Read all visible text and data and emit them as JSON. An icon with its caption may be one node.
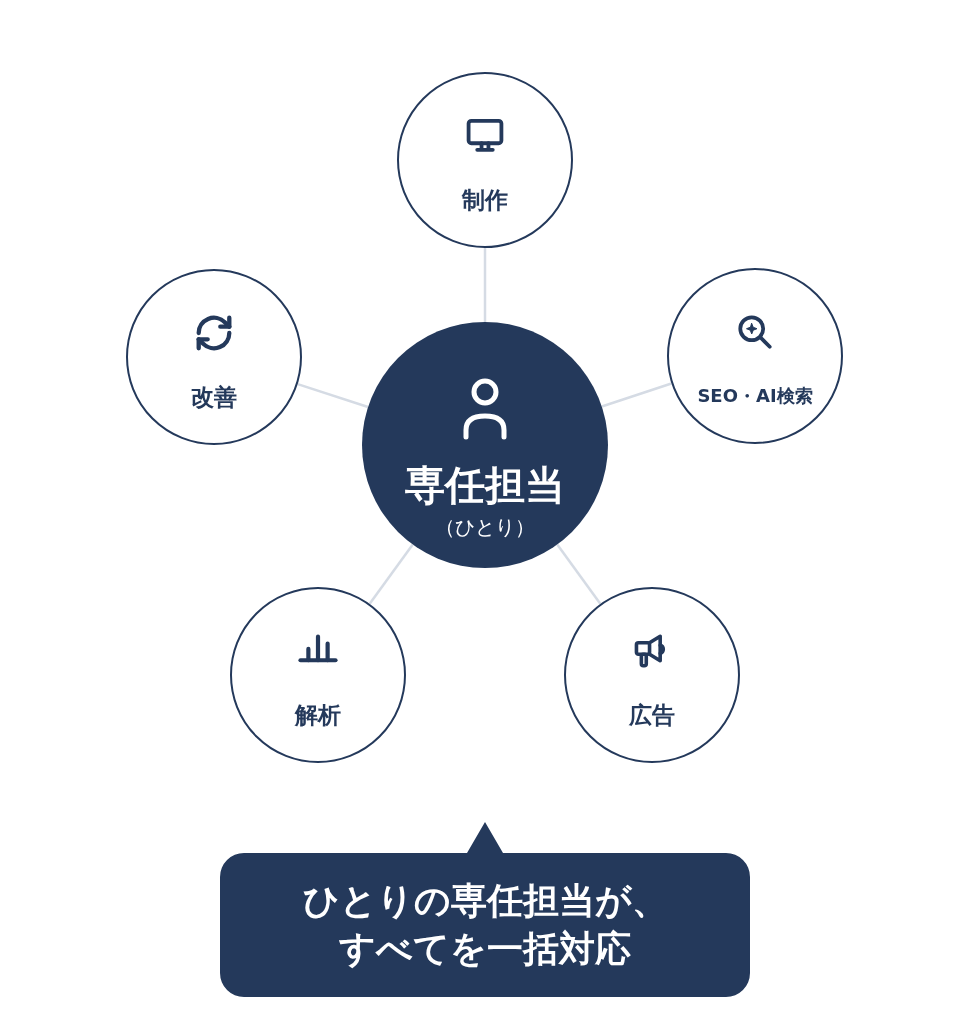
{
  "diagram": {
    "nodes": [
      {
        "text": [
          "専任担当",
          "（ひとり）"
        ]
      },
      {
        "text": [
          "制作"
        ]
      },
      {
        "text": [
          "SEO・AI検索"
        ]
      },
      {
        "text": [
          "広告"
        ]
      },
      {
        "text": [
          "解析"
        ]
      },
      {
        "text": [
          "改善"
        ]
      },
      {
        "text": [
          "ひとりの専任担当が、すべてを一括対応"
        ]
      }
    ],
    "edges": [
      {
        "from": 0,
        "to": 1,
        "arrow": "none"
      },
      {
        "from": 0,
        "to": 2,
        "arrow": "none"
      },
      {
        "from": 0,
        "to": 3,
        "arrow": "none"
      },
      {
        "from": 0,
        "to": 4,
        "arrow": "none"
      },
      {
        "from": 0,
        "to": 5,
        "arrow": "none"
      }
    ]
  }
}
